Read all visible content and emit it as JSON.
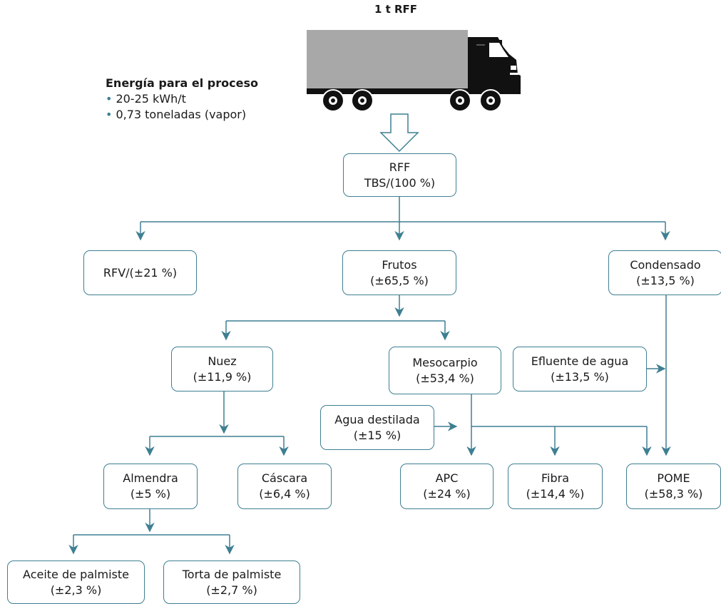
{
  "title": "1 t RFF",
  "energy": {
    "heading": "Energía para el proceso",
    "items": [
      "20-25 kWh/t",
      "0,73 toneladas (vapor)"
    ]
  },
  "nodes": {
    "rff": {
      "name": "RFF",
      "value": "TBS/(100 %)"
    },
    "rfv": {
      "name": "RFV/(±21 %)"
    },
    "frutos": {
      "name": "Frutos",
      "value": "(±65,5 %)"
    },
    "condensado": {
      "name": "Condensado",
      "value": "(±13,5 %)"
    },
    "nuez": {
      "name": "Nuez",
      "value": "(±11,9 %)"
    },
    "mesocarpio": {
      "name": "Mesocarpio",
      "value": "(±53,4 %)"
    },
    "efluente": {
      "name": "Efluente de agua",
      "value": "(±13,5 %)"
    },
    "agua": {
      "name": "Agua destilada",
      "value": "(±15 %)"
    },
    "almendra": {
      "name": "Almendra",
      "value": "(±5 %)"
    },
    "cascara": {
      "name": "Cáscara",
      "value": "(±6,4 %)"
    },
    "apc": {
      "name": "APC",
      "value": "(±24 %)"
    },
    "fibra": {
      "name": "Fibra",
      "value": "(±14,4 %)"
    },
    "pome": {
      "name": "POME",
      "value": "(±58,3 %)"
    },
    "aceite": {
      "name": "Aceite de palmiste",
      "value": "(±2,3 %)"
    },
    "torta": {
      "name": "Torta de palmiste",
      "value": "(±2,7 %)"
    }
  },
  "colors": {
    "line": "#3e7f92",
    "truck_body": "#a8a8a8",
    "truck_cab": "#111111"
  },
  "icons": [
    "truck-icon",
    "down-arrow-icon"
  ]
}
